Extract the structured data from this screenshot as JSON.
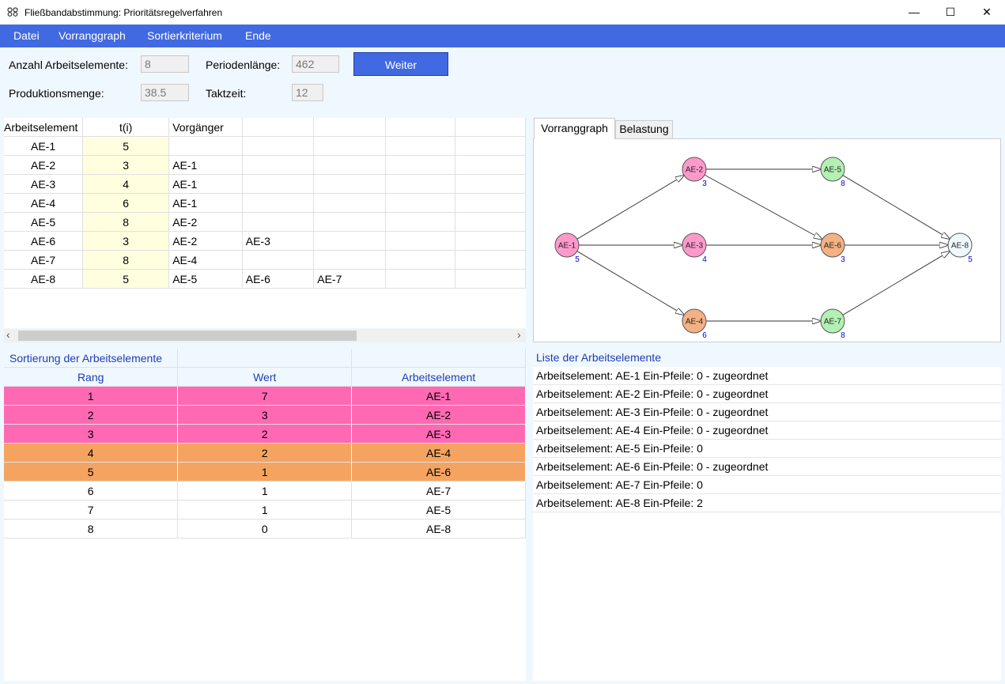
{
  "window": {
    "title": "Fließbandabstimmung: Prioritätsregelverfahren",
    "minimize_glyph": "—",
    "maximize_glyph": "☐",
    "close_glyph": "✕"
  },
  "menu": [
    "Datei",
    "Vorranggraph",
    "Sortierkriterium",
    "Ende"
  ],
  "params": {
    "anzahl_label": "Anzahl Arbeitselemente:",
    "anzahl_value": "8",
    "periode_label": "Periodenlänge:",
    "periode_value": "462",
    "produktion_label": "Produktionsmenge:",
    "produktion_value": "38.5",
    "takt_label": "Taktzeit:",
    "takt_value": "12",
    "weiter_label": "Weiter"
  },
  "input_grid": {
    "headers": [
      "Arbeitselement",
      "t(i)",
      "Vorgänger",
      "",
      "",
      "",
      ""
    ],
    "rows": [
      [
        "AE-1",
        "5",
        "",
        "",
        "",
        "",
        ""
      ],
      [
        "AE-2",
        "3",
        "AE-1",
        "",
        "",
        "",
        ""
      ],
      [
        "AE-3",
        "4",
        "AE-1",
        "",
        "",
        "",
        ""
      ],
      [
        "AE-4",
        "6",
        "AE-1",
        "",
        "",
        "",
        ""
      ],
      [
        "AE-5",
        "8",
        "AE-2",
        "",
        "",
        "",
        ""
      ],
      [
        "AE-6",
        "3",
        "AE-2",
        "AE-3",
        "",
        "",
        ""
      ],
      [
        "AE-7",
        "8",
        "AE-4",
        "",
        "",
        "",
        ""
      ],
      [
        "AE-8",
        "5",
        "AE-5",
        "AE-6",
        "AE-7",
        "",
        ""
      ]
    ],
    "scroll_left_glyph": "‹",
    "scroll_right_glyph": "›"
  },
  "tabs": [
    "Vorranggraph",
    "Belastung"
  ],
  "graph": {
    "nodes": [
      {
        "id": "AE-1",
        "t": "5",
        "color": "#ff99cc"
      },
      {
        "id": "AE-2",
        "t": "3",
        "color": "#ff99cc"
      },
      {
        "id": "AE-3",
        "t": "4",
        "color": "#ff99cc"
      },
      {
        "id": "AE-4",
        "t": "6",
        "color": "#f4b183"
      },
      {
        "id": "AE-5",
        "t": "8",
        "color": "#b3f0b3"
      },
      {
        "id": "AE-6",
        "t": "3",
        "color": "#f4b183"
      },
      {
        "id": "AE-7",
        "t": "8",
        "color": "#b3f0b3"
      },
      {
        "id": "AE-8",
        "t": "5",
        "color": "#f0f8ff"
      }
    ],
    "edges": [
      [
        "AE-1",
        "AE-2"
      ],
      [
        "AE-1",
        "AE-3"
      ],
      [
        "AE-1",
        "AE-4"
      ],
      [
        "AE-2",
        "AE-5"
      ],
      [
        "AE-2",
        "AE-6"
      ],
      [
        "AE-3",
        "AE-6"
      ],
      [
        "AE-4",
        "AE-7"
      ],
      [
        "AE-5",
        "AE-8"
      ],
      [
        "AE-6",
        "AE-8"
      ],
      [
        "AE-7",
        "AE-8"
      ]
    ]
  },
  "sort": {
    "title": "Sortierung der Arbeitselemente",
    "headers": [
      "Rang",
      "Wert",
      "Arbeitselement"
    ],
    "rows": [
      {
        "rang": "1",
        "wert": "7",
        "ae": "AE-1",
        "color": "#ff69b4"
      },
      {
        "rang": "2",
        "wert": "3",
        "ae": "AE-2",
        "color": "#ff69b4"
      },
      {
        "rang": "3",
        "wert": "2",
        "ae": "AE-3",
        "color": "#ff69b4"
      },
      {
        "rang": "4",
        "wert": "2",
        "ae": "AE-4",
        "color": "#f4a460"
      },
      {
        "rang": "5",
        "wert": "1",
        "ae": "AE-6",
        "color": "#f4a460"
      },
      {
        "rang": "6",
        "wert": "1",
        "ae": "AE-7",
        "color": "#ffffff"
      },
      {
        "rang": "7",
        "wert": "1",
        "ae": "AE-5",
        "color": "#ffffff"
      },
      {
        "rang": "8",
        "wert": "0",
        "ae": "AE-8",
        "color": "#ffffff"
      }
    ]
  },
  "list": {
    "title": "Liste der Arbeitselemente",
    "items": [
      "Arbeitselement: AE-1 Ein-Pfeile:  0 - zugeordnet",
      "Arbeitselement: AE-2 Ein-Pfeile:  0 - zugeordnet",
      "Arbeitselement: AE-3 Ein-Pfeile:  0 - zugeordnet",
      "Arbeitselement: AE-4 Ein-Pfeile:  0 - zugeordnet",
      "Arbeitselement: AE-5 Ein-Pfeile:  0",
      "Arbeitselement: AE-6 Ein-Pfeile:  0 - zugeordnet",
      "Arbeitselement: AE-7 Ein-Pfeile:  0",
      "Arbeitselement: AE-8 Ein-Pfeile:  2"
    ]
  },
  "colors": {
    "accent": "#4169e1",
    "background": "#f0f8ff",
    "header_text": "#1e3cb4"
  }
}
